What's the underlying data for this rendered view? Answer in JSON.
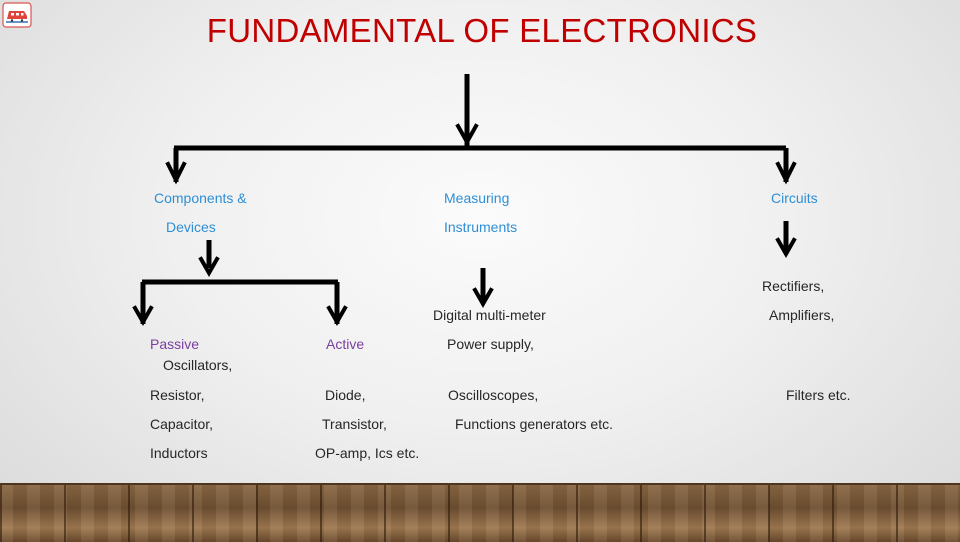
{
  "title": "FUNDAMENTAL OF ELECTRONICS",
  "colors": {
    "title": "#c00000",
    "branch": "#2e8fd6",
    "sub_branch": "#7a3fa0",
    "text": "#262626"
  },
  "icons": {
    "logo": "train-logo-icon"
  },
  "diagram": {
    "components": {
      "label_line1": "Components &",
      "label_line2": "Devices"
    },
    "measuring": {
      "label_line1": "Measuring",
      "label_line2": "Instruments"
    },
    "circuits": {
      "label": "Circuits"
    },
    "passive": {
      "label": "Passive",
      "items": [
        "Resistor,",
        "Capacitor,",
        "Inductors"
      ]
    },
    "active": {
      "label": "Active",
      "items": [
        "Diode,",
        "Transistor,",
        "OP-amp, Ics etc."
      ]
    },
    "measuring_items": [
      "Digital multi-meter",
      "Power supply,",
      "Oscilloscopes,",
      "Functions generators etc."
    ],
    "circuits_items": [
      "Rectifiers,",
      "Amplifiers,",
      "Oscillators,",
      "Filters etc."
    ]
  }
}
